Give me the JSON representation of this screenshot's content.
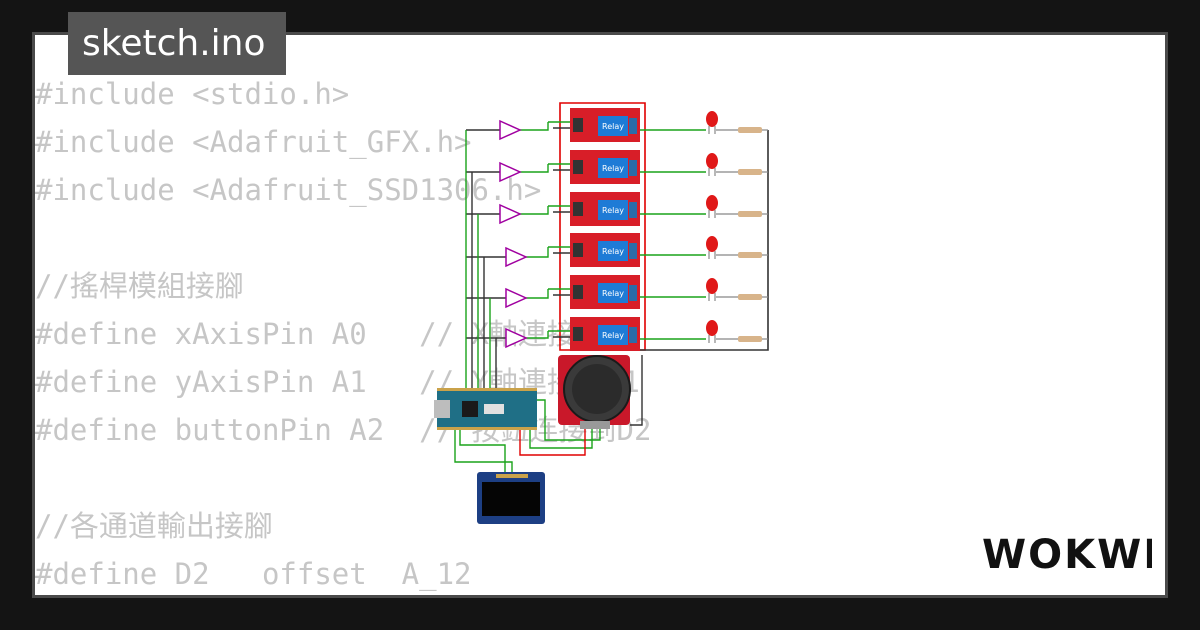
{
  "tab": {
    "filename": "sketch.ino"
  },
  "code_lines": [
    "#include <stdio.h>",
    "#include <Adafruit_GFX.h>",
    "#include <Adafruit_SSD1306.h>",
    "",
    "//搖桿模組接腳",
    "#define xAxisPin A0   // X軸連接到A0",
    "#define yAxisPin A1   // Y軸連接到A1",
    "#define buttonPin A2  // 按鈕连接到D2",
    "",
    "//各通道輸出接腳",
    "#define D2   offset  A_12"
  ],
  "relay_label": "Relay",
  "brand": "WOKWI",
  "colors": {
    "background": "#141414",
    "card": "#ffffff",
    "tab": "#555555",
    "code_text": "#c6c6c6",
    "relay_board": "#d81e28",
    "relay_body": "#1e7bd6",
    "wire_green": "#1aa31a",
    "wire_red": "#e00000",
    "led": "#e01818",
    "nano": "#1f6f86",
    "oled": "#1d3f84"
  }
}
